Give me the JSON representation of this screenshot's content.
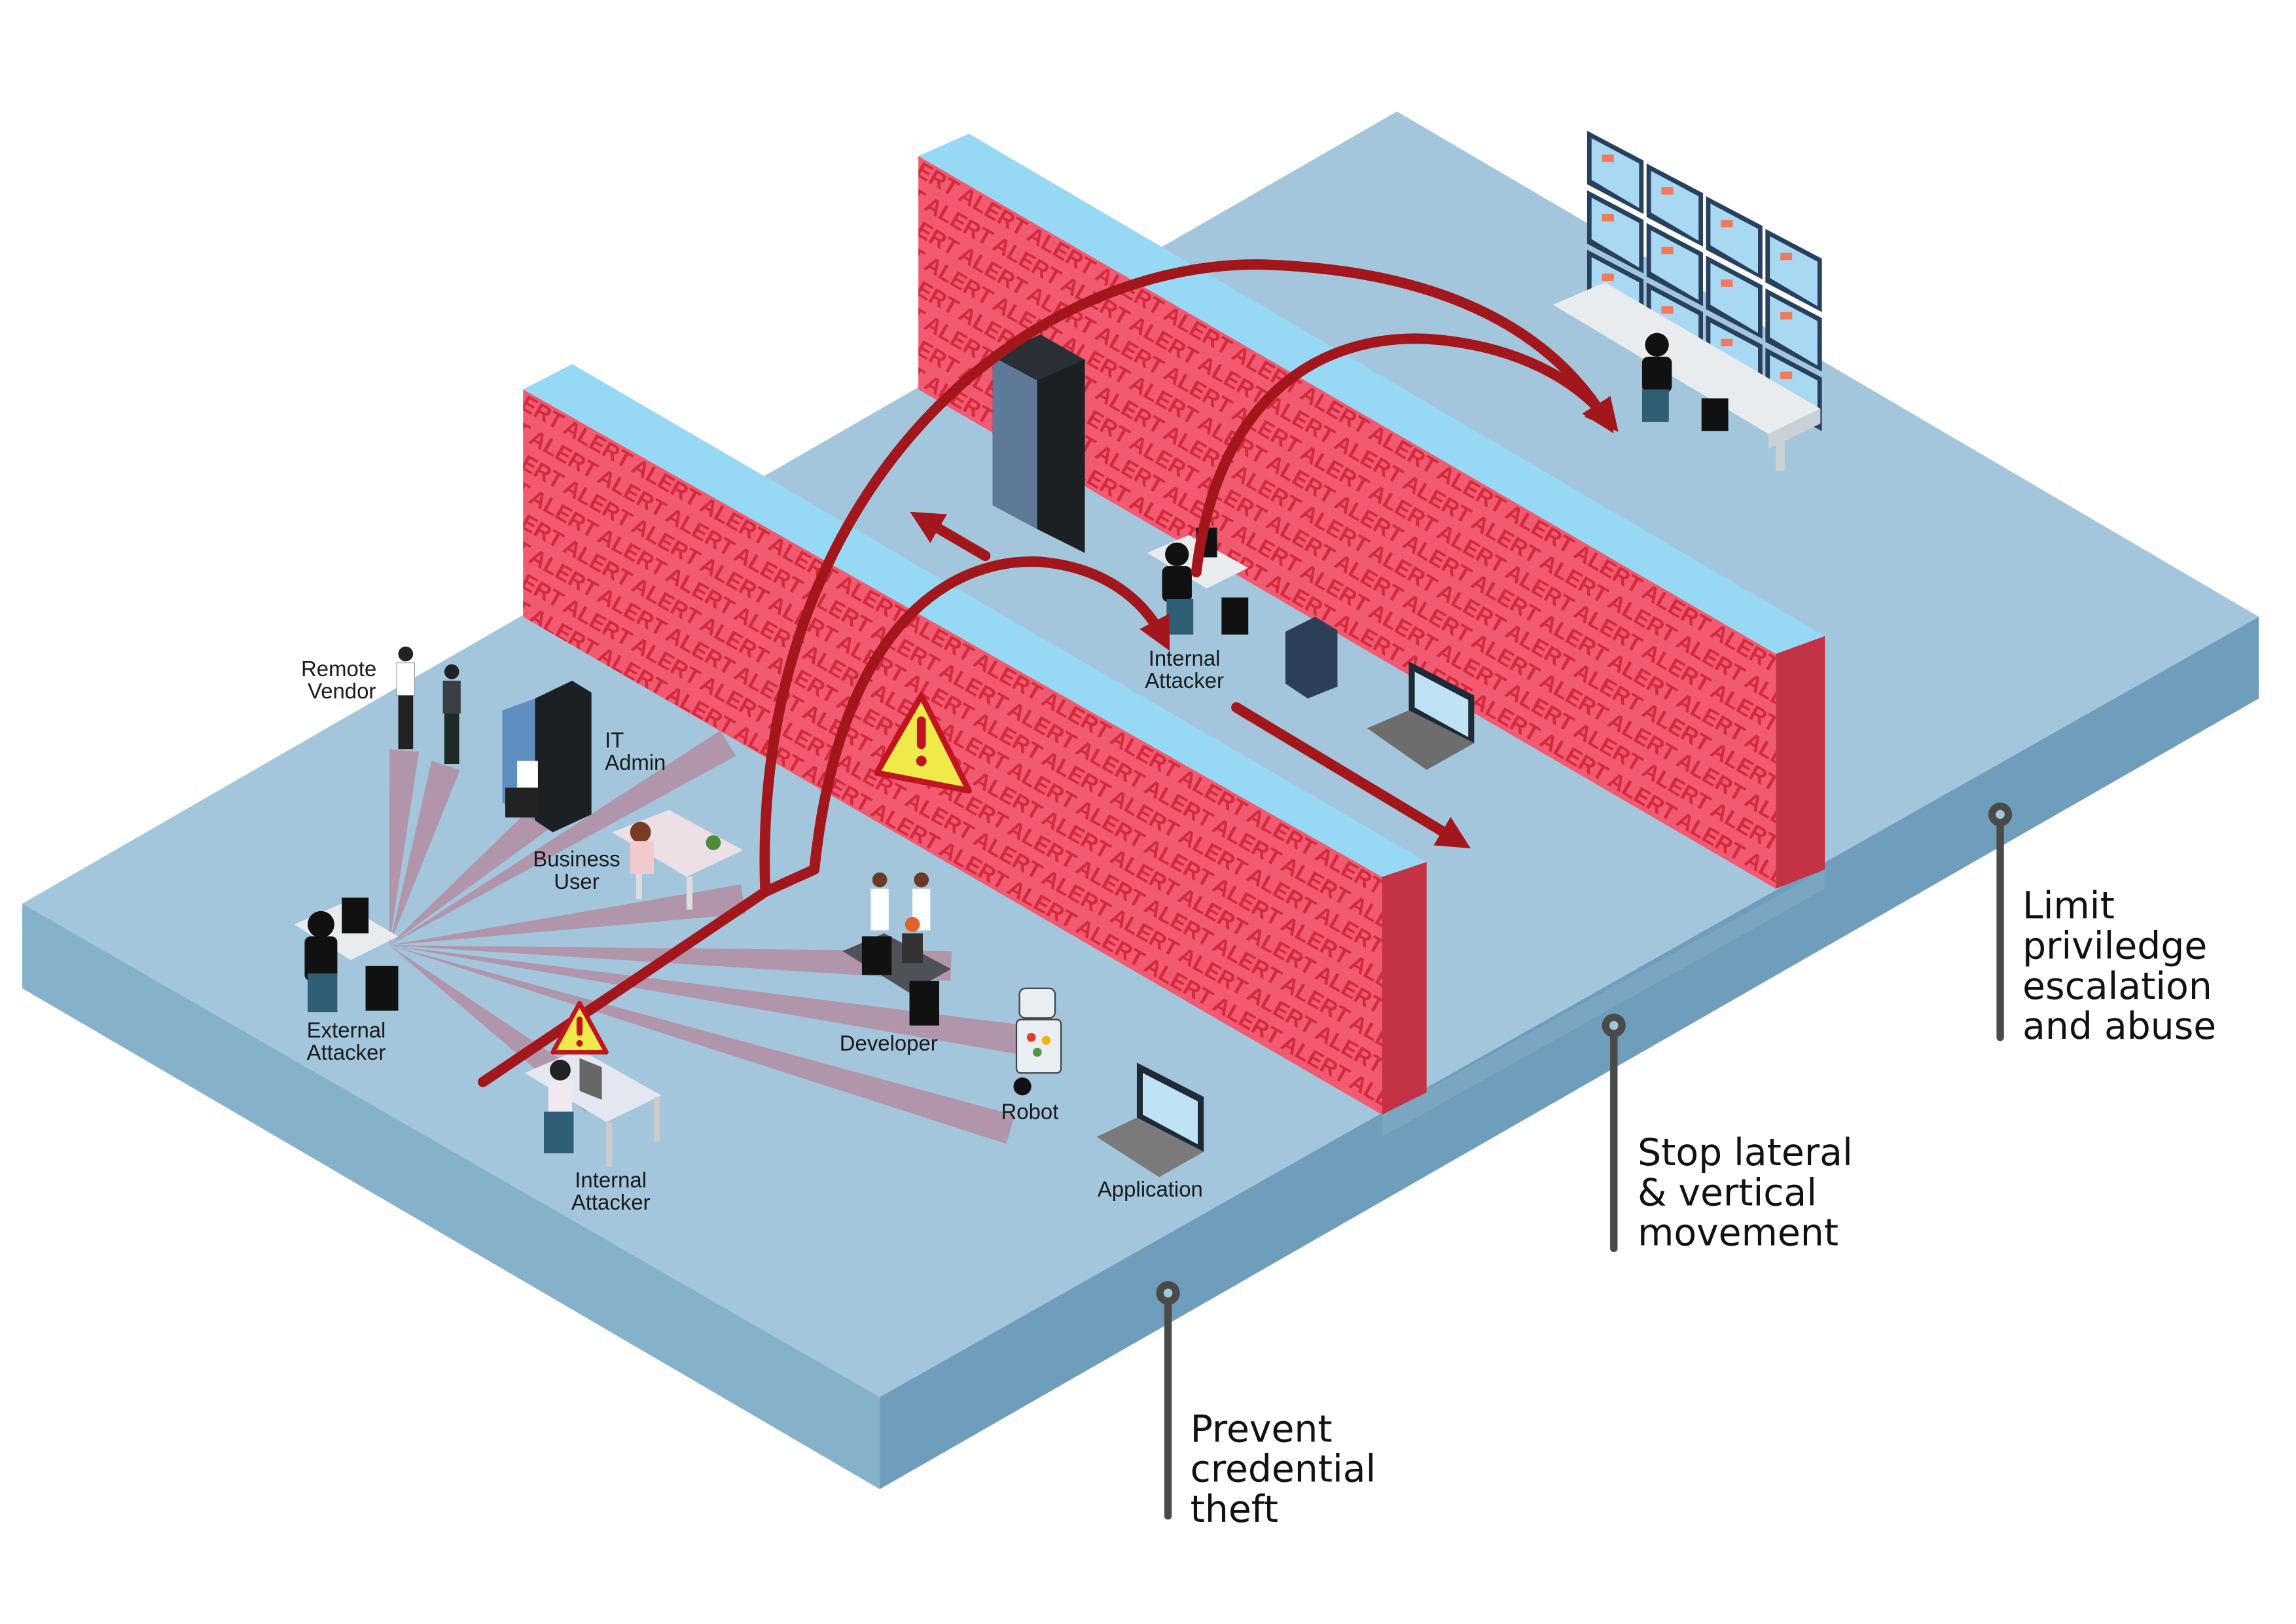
{
  "wall_text": "ALERT",
  "colors": {
    "floor_top": "#a3c6dc",
    "floor_side_left": "#86b1ca",
    "floor_side_right": "#6e9ebb",
    "wall_face": "#f15a70",
    "wall_text": "#d42a3e",
    "wall_top": "#97d8f5",
    "arrow": "#a3171c",
    "warning": "#f0e94a",
    "pin": "#4a4a4a"
  },
  "actors": {
    "remote_vendor": [
      "Remote",
      "Vendor"
    ],
    "it_admin": [
      "IT",
      "Admin"
    ],
    "business_user": [
      "Business",
      "User"
    ],
    "external_attacker": [
      "External",
      "Attacker"
    ],
    "internal_attacker_front": [
      "Internal",
      "Attacker"
    ],
    "developer": "Developer",
    "robot": "Robot",
    "application": "Application",
    "internal_attacker_back": [
      "Internal",
      "Attacker"
    ]
  },
  "callouts": [
    {
      "lines": [
        "Prevent",
        "credential",
        "theft"
      ]
    },
    {
      "lines": [
        "Stop lateral",
        "& vertical",
        "movement"
      ]
    },
    {
      "lines": [
        "Limit",
        "priviledge",
        "escalation",
        "and abuse"
      ]
    }
  ]
}
